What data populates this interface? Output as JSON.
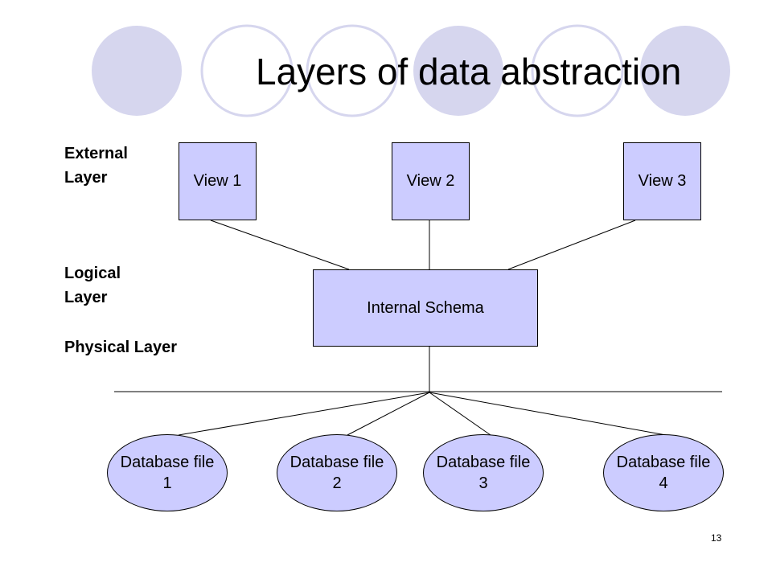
{
  "title": "Layers of data abstraction",
  "layers": {
    "external": [
      "External",
      "Layer"
    ],
    "logical": [
      "Logical",
      "Layer"
    ],
    "physical": "Physical Layer"
  },
  "views": [
    "View 1",
    "View 2",
    "View 3"
  ],
  "schema": "Internal Schema",
  "files": [
    {
      "line1": "Database file",
      "line2": "1"
    },
    {
      "line1": "Database file",
      "line2": "2"
    },
    {
      "line1": "Database file",
      "line2": "3"
    },
    {
      "line1": "Database file",
      "line2": "4"
    }
  ],
  "page_number": "13",
  "colors": {
    "box_fill": "#ccccff",
    "circle_fill": "#d6d6ee",
    "circle_stroke": "#d6d6ee"
  }
}
